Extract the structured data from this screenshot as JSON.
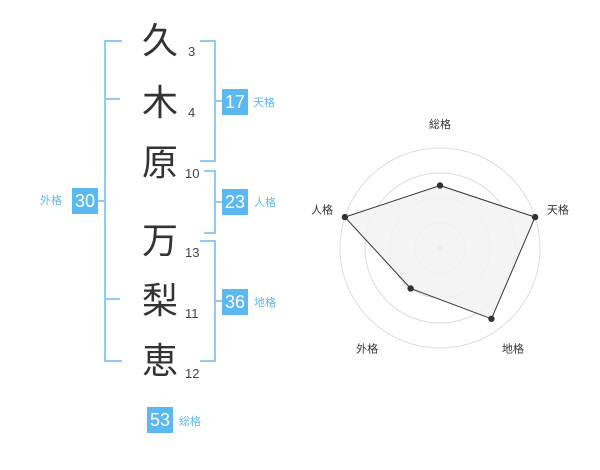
{
  "name": {
    "family": [
      {
        "char": "久",
        "strokes": "3"
      },
      {
        "char": "木",
        "strokes": "4"
      },
      {
        "char": "原",
        "strokes": "10"
      }
    ],
    "given": [
      {
        "char": "万",
        "strokes": "13"
      },
      {
        "char": "梨",
        "strokes": "11"
      },
      {
        "char": "恵",
        "strokes": "12"
      }
    ]
  },
  "scores": {
    "tenkaku": {
      "value": "17",
      "label": "天格"
    },
    "jinkaku": {
      "value": "23",
      "label": "人格"
    },
    "chikaku": {
      "value": "36",
      "label": "地格"
    },
    "gaikaku": {
      "value": "30",
      "label": "外格"
    },
    "soukaku": {
      "value": "53",
      "label": "総格"
    }
  },
  "chart_data": {
    "type": "radar",
    "axes": [
      "総格",
      "天格",
      "地格",
      "外格",
      "人格"
    ],
    "scale_max": 4,
    "values": [
      2.5,
      4,
      3.5,
      2,
      4
    ],
    "rings": 4,
    "colors": {
      "fill": "#f2f2f2",
      "line": "#333333",
      "ring": "#dddddd",
      "center": "#cccccc"
    }
  },
  "colors": {
    "accent": "#5cb8f0",
    "bracket": "#8fcbf5",
    "text": "#333333"
  }
}
